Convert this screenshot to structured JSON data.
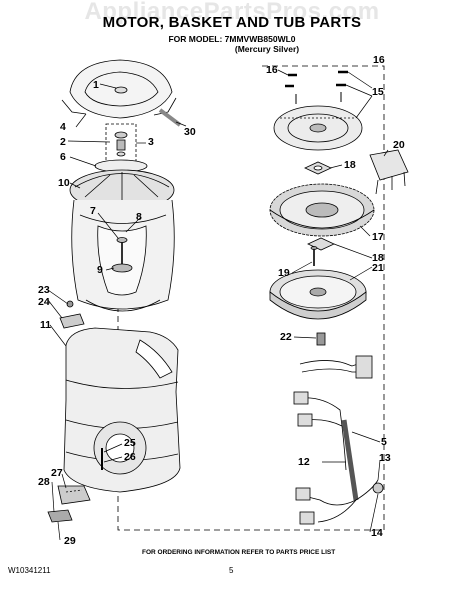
{
  "header": {
    "watermark": "AppliancePartsPros.com",
    "title": "MOTOR, BASKET AND TUB PARTS",
    "model_line": "FOR MODEL: 7MMVWB850WL0",
    "color_line": "(Mercury Silver)"
  },
  "callouts": [
    "1",
    "2",
    "3",
    "4",
    "5",
    "6",
    "7",
    "8",
    "9",
    "10",
    "11",
    "12",
    "13",
    "14",
    "15",
    "16",
    "16",
    "17",
    "18",
    "18",
    "19",
    "20",
    "21",
    "22",
    "23",
    "24",
    "25",
    "26",
    "27",
    "28",
    "29",
    "30"
  ],
  "footer": {
    "ordering_note": "FOR ORDERING INFORMATION REFER TO PARTS PRICE LIST",
    "doc_number": "W10341211",
    "page_number": "5"
  }
}
